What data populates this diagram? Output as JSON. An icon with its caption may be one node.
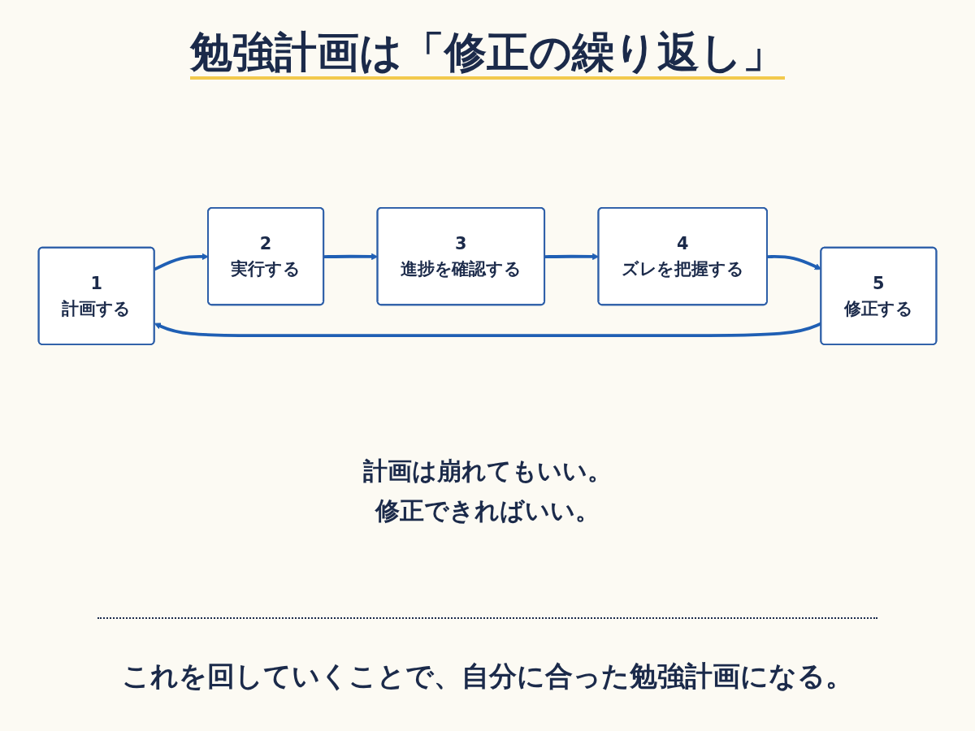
{
  "diagram": {
    "title": "勉強計画は「修正の繰り返し」",
    "nodes": [
      {
        "text": [
          "1",
          "計画する"
        ]
      },
      {
        "text": [
          "2",
          "実行する"
        ]
      },
      {
        "text": [
          "3",
          "進捗を確認する"
        ]
      },
      {
        "text": [
          "4",
          "ズレを把握する"
        ]
      },
      {
        "text": [
          "5",
          "修正する"
        ]
      }
    ],
    "edges": [
      {
        "from": 0,
        "to": 1,
        "arrow": "to"
      },
      {
        "from": 1,
        "to": 2,
        "arrow": "to"
      },
      {
        "from": 2,
        "to": 3,
        "arrow": "to"
      },
      {
        "from": 3,
        "to": 4,
        "arrow": "to"
      },
      {
        "from": 4,
        "to": 0,
        "arrow": "to"
      }
    ],
    "labels": [
      "計画は崩れてもいい。",
      "修正できればいい。"
    ],
    "caption": "これを回していくことで、自分に合った勉強計画になる。"
  }
}
